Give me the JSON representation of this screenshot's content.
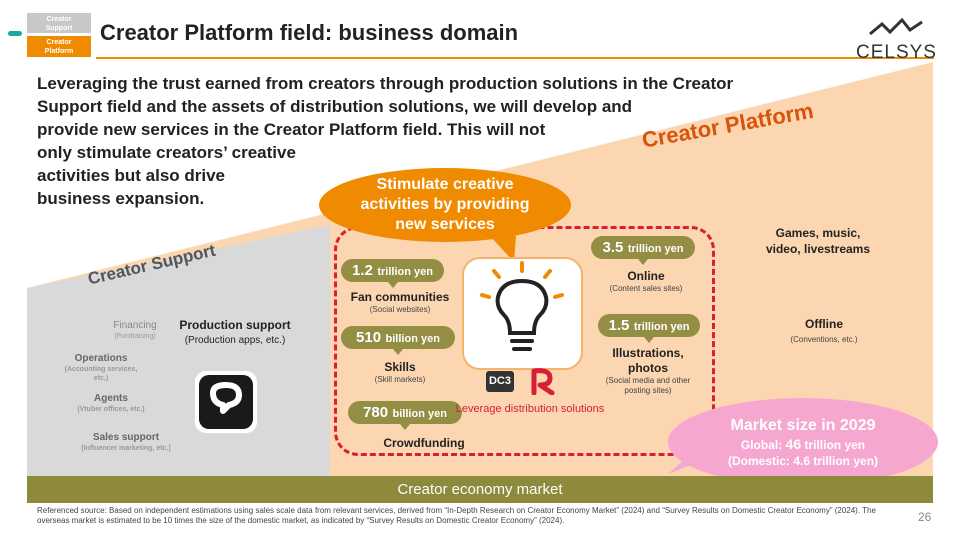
{
  "header": {
    "tag_support": [
      "Creator",
      "Support"
    ],
    "tag_platform": [
      "Creator",
      "Platform"
    ],
    "title": "Creator Platform field: business domain",
    "logo": "CELSYS"
  },
  "lead_lines": [
    "Leveraging the trust earned from creators through production solutions in the Creator",
    "Support field and the assets of distribution solutions, we will develop and",
    "provide new services in the Creator Platform field. This will not",
    "only stimulate creators’ creative",
    "activities but also drive",
    "business expansion."
  ],
  "labels": {
    "creator_platform": "Creator Platform",
    "creator_support": "Creator Support"
  },
  "support_items": [
    {
      "name": "Financing",
      "sub": "(Fundraising)"
    },
    {
      "name": "Operations",
      "sub": "(Accounting services, etc.)"
    },
    {
      "name": "Agents",
      "sub": "(Vtuber offices, etc.)"
    },
    {
      "name": "Sales support",
      "sub": "(Influencer marketing, etc.)"
    }
  ],
  "production": {
    "name": "Production support",
    "sub": "(Production apps, etc.)"
  },
  "bubble_text": "Stimulate creative activities by providing new services",
  "segments": {
    "fan": {
      "value": "1.2",
      "unit": "trillion yen",
      "name": "Fan communities",
      "sub": "(Social websites)"
    },
    "skills": {
      "value": "510",
      "unit": "billion yen",
      "name": "Skills",
      "sub": "(Skill markets)"
    },
    "crowd": {
      "value": "780",
      "unit": "billion yen",
      "name": "Crowdfunding"
    },
    "online": {
      "value": "3.5",
      "unit": "trillion yen",
      "name": "Online",
      "sub": "(Content sales sites)"
    },
    "illust": {
      "value": "1.5",
      "unit": "trillion yen",
      "name": "Illustrations, photos",
      "sub": "(Social media and other posting sites)"
    }
  },
  "leverage_text": "Leverage distribution solutions",
  "dc3_label": "DC3",
  "right_segments": {
    "games": "Games, music, video, livestreams",
    "offline": "Offline",
    "offline_sub": "(Conventions, etc.)"
  },
  "market_size": {
    "title": "Market size in 2029",
    "global_prefix": "Global: ",
    "global_value": "46",
    "global_unit": " trillion yen",
    "domestic": "(Domestic: 4.6 trillion yen)"
  },
  "market_bar": "Creator economy market",
  "footnote": "Referenced source: Based on independent estimations using sales scale data from relevant services, derived from “In-Depth Research on Creator Economy Market” (2024) and “Survey Results on Domestic Creator Economy” (2024). The overseas market is estimated to be 10 times the size of the domestic market, as indicated by “Survey Results on Domestic Creator Economy” (2024).",
  "page_number": "26",
  "colors": {
    "accent": "#f08a00",
    "olive": "#938e44",
    "red": "#d62035",
    "pink": "#f6a7cf",
    "peach": "#fbd3ad"
  }
}
